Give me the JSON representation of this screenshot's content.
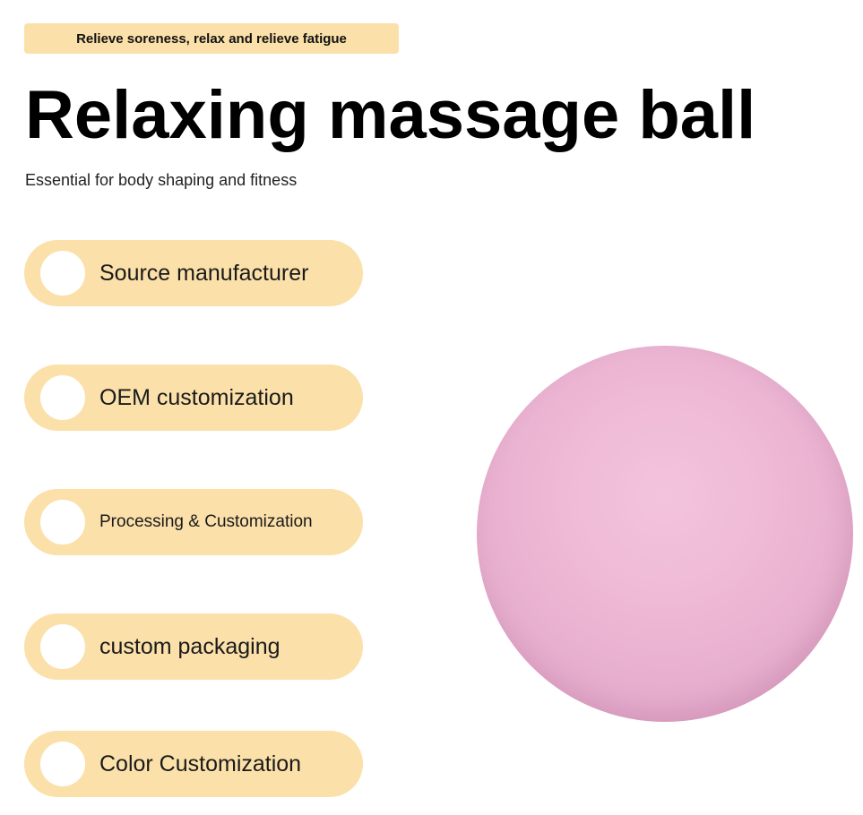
{
  "header": {
    "tagline": "Relieve soreness, relax and relieve fatigue",
    "title": "Relaxing massage ball",
    "subtitle": "Essential for body shaping and fitness"
  },
  "features": [
    {
      "label": "Source manufacturer"
    },
    {
      "label": "OEM customization"
    },
    {
      "label": "Processing & Customization"
    },
    {
      "label": "custom packaging"
    },
    {
      "label": "Color Customization"
    }
  ],
  "colors": {
    "accent": "#fbe0aa",
    "ball": "#efbad6",
    "text": "#111111"
  },
  "product": {
    "image": "pink-massage-ball"
  }
}
